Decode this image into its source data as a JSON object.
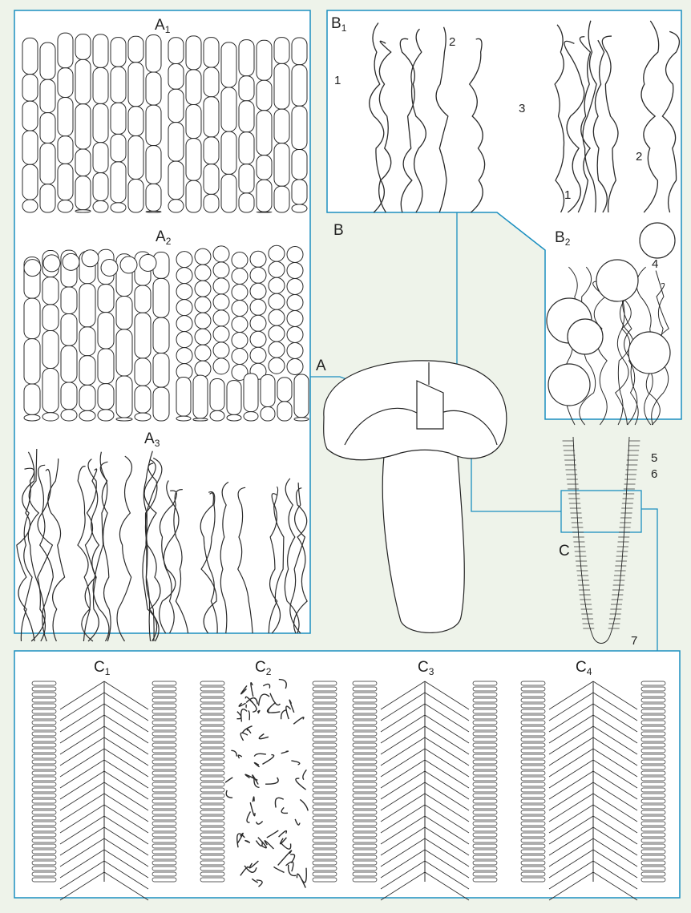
{
  "colors": {
    "background": "#eef3ea",
    "panel": "#ffffff",
    "frame": "#1b8fc0",
    "ink": "#2a2a2a"
  },
  "labels": {
    "A": "A",
    "B": "B",
    "C": "C",
    "A1": {
      "main": "A",
      "sub": "1"
    },
    "A2": {
      "main": "A",
      "sub": "2"
    },
    "A3": {
      "main": "A",
      "sub": "3"
    },
    "B1": {
      "main": "B",
      "sub": "1"
    },
    "B2": {
      "main": "B",
      "sub": "2"
    },
    "C1": {
      "main": "C",
      "sub": "1"
    },
    "C2": {
      "main": "C",
      "sub": "2"
    },
    "C3": {
      "main": "C",
      "sub": "3"
    },
    "C4": {
      "main": "C",
      "sub": "4"
    }
  },
  "callouts": {
    "b1_1a": "1",
    "b1_2a": "2",
    "b1_3": "3",
    "b1_2b": "2",
    "b1_1b": "1",
    "b2_4": "4",
    "c_5": "5",
    "c_6": "6",
    "c_7": "7"
  }
}
